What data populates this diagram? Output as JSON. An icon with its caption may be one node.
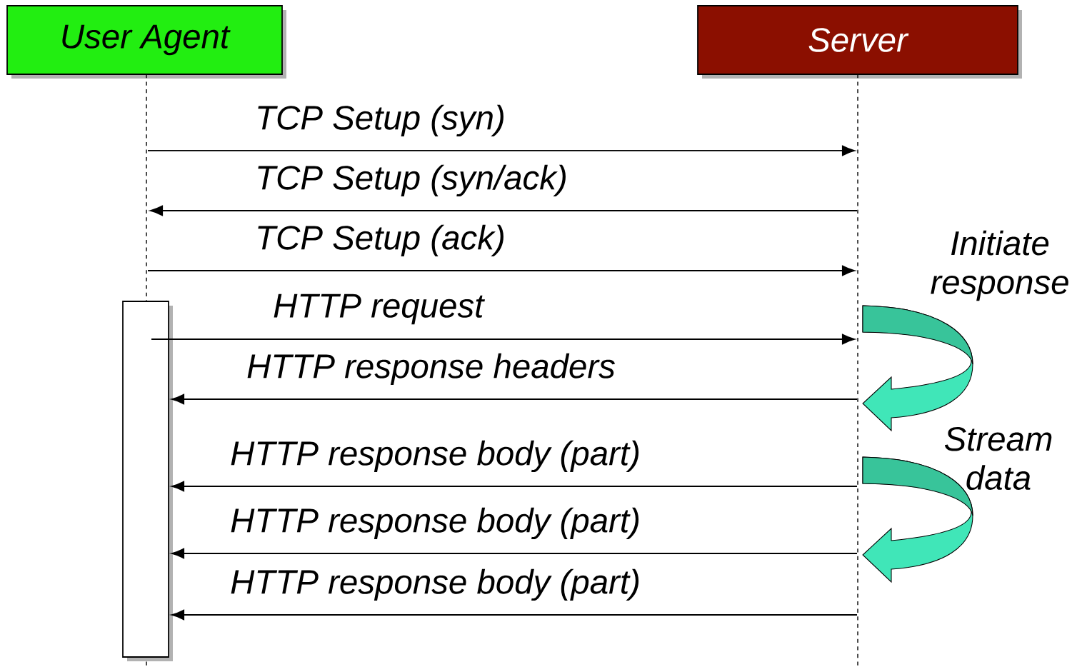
{
  "diagram": {
    "nodes": [
      {
        "text": [
          "User Agent"
        ]
      },
      {
        "text": [
          "Server"
        ]
      },
      {
        "text": [],
        "shape": "line"
      },
      {
        "text": [],
        "shape": "line"
      },
      {
        "text": [],
        "shape": "box"
      }
    ],
    "edges": [
      {
        "from": 2,
        "to": 3,
        "arrow": "to",
        "label": "TCP Setup (syn)"
      },
      {
        "from": 3,
        "to": 2,
        "arrow": "to",
        "label": "TCP Setup (syn/ack)"
      },
      {
        "from": 2,
        "to": 3,
        "arrow": "to",
        "label": "TCP Setup (ack)"
      },
      {
        "from": 4,
        "to": 3,
        "arrow": "to",
        "label": "HTTP request"
      },
      {
        "from": 3,
        "to": 4,
        "arrow": "to",
        "label": "HTTP response headers"
      },
      {
        "from": 3,
        "to": 4,
        "arrow": "to",
        "label": "HTTP response body (part)"
      },
      {
        "from": 3,
        "to": 4,
        "arrow": "to",
        "label": "HTTP response body (part)"
      },
      {
        "from": 3,
        "to": 4,
        "arrow": "to",
        "label": "HTTP response body (part)"
      }
    ],
    "labels": [
      "Initiate response",
      "Stream data"
    ]
  }
}
